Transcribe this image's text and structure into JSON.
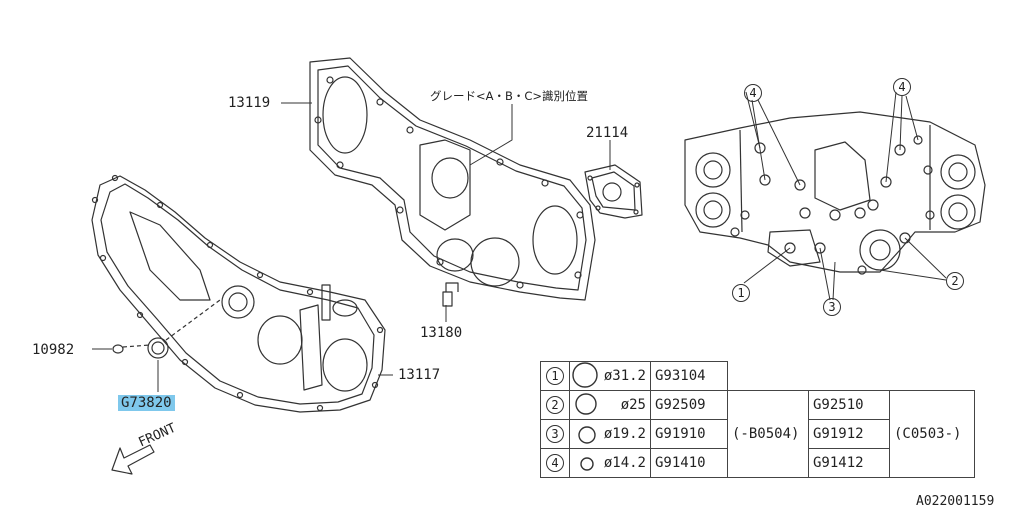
{
  "callouts": {
    "part_13119": "13119",
    "grade_note": "グレード<A・B・C>識別位置",
    "part_21114": "21114",
    "part_13180": "13180",
    "part_10982": "10982",
    "part_g73820": "G73820",
    "part_13117": "13117",
    "front": "FRONT",
    "c1": "1",
    "c2": "2",
    "c3": "3",
    "c4a": "4",
    "c4b": "4"
  },
  "table": {
    "rows": [
      {
        "no": "1",
        "size": "ø31.2",
        "part": "G93104"
      },
      {
        "no": "2",
        "size": "ø25",
        "part": "G92509",
        "alt_part": "G92510"
      },
      {
        "no": "3",
        "size": "ø19.2",
        "part": "G91910",
        "range_a": "(-B0504)",
        "alt_part": "G91912",
        "range_b": "(C0503-)"
      },
      {
        "no": "4",
        "size": "ø14.2",
        "part": "G91410",
        "alt_part": "G91412"
      }
    ]
  },
  "diagram_id": "A022001159",
  "colors": {
    "highlight": "#7fc8ec",
    "line": "#333333"
  }
}
